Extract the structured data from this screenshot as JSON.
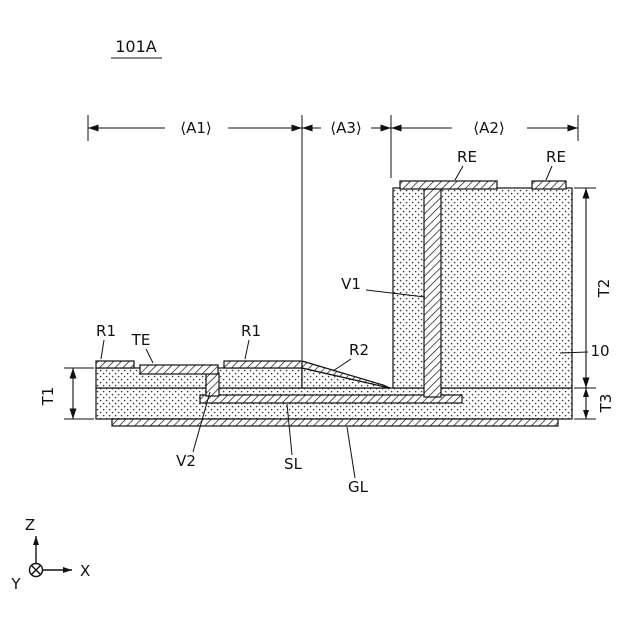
{
  "title": "101A",
  "dimensions": {
    "a1": "⟨A1⟩",
    "a3": "⟨A3⟩",
    "a2": "⟨A2⟩",
    "t1": "T1",
    "t2": "T2",
    "t3": "T3"
  },
  "labels": {
    "re_left": "RE",
    "re_right": "RE",
    "v1": "V1",
    "v2": "V2",
    "r1_left": "R1",
    "te": "TE",
    "r1_mid": "R1",
    "r2": "R2",
    "sl": "SL",
    "gl": "GL",
    "body": "10"
  },
  "axes": {
    "x": "X",
    "y": "Y",
    "z": "Z"
  },
  "colors": {
    "ink": "#111111",
    "paper": "#ffffff"
  }
}
